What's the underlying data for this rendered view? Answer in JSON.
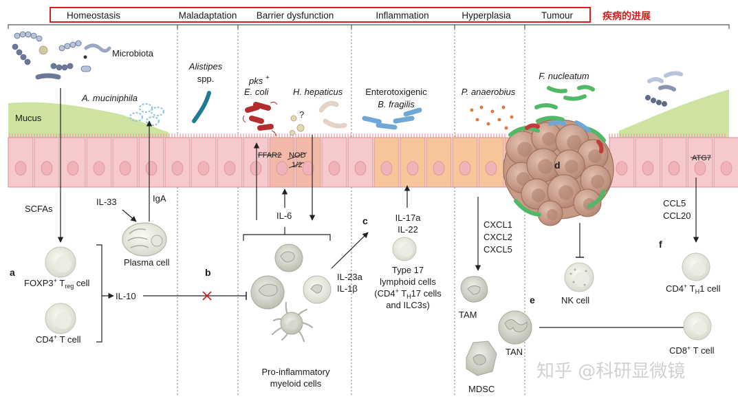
{
  "stages": [
    "Homeostasis",
    "Maladaptation",
    "Barrier dysfunction",
    "Inflammation",
    "Hyperplasia",
    "Tumour"
  ],
  "progression_label": "疾病的进展",
  "labels": {
    "microbiota": "Microbiota",
    "mucus": "Mucus",
    "a_muciniphila": "A. muciniphila",
    "alistipes_1": "Alistipes",
    "alistipes_2": "spp.",
    "pks": "pks",
    "pks_sup": "+",
    "e_coli": "E. coli",
    "h_hepaticus": "H. hepaticus",
    "question": "?",
    "etbf_1": "Enterotoxigenic",
    "etbf_2": "B. fragilis",
    "p_anaerobius": "P. anaerobius",
    "f_nucleatum": "F. nucleatum",
    "ffar2": "FFAR2",
    "nod": "NOD",
    "nod_2": "1/2",
    "atg7": "ATG7",
    "scfas": "SCFAs",
    "il33": "IL-33",
    "iga": "IgA",
    "plasma_cell": "Plasma cell",
    "il6": "IL-6",
    "il17a": "IL-17a",
    "il22": "IL-22",
    "type17_1": "Type 17",
    "type17_2": "lymphoid cells",
    "type17_3a": "(CD4",
    "type17_3b": "+",
    "type17_3c": " T",
    "type17_3d": "H",
    "type17_3e": "17 cells",
    "type17_4": "and ILC3s)",
    "foxp3_a": "FOXP3",
    "foxp3_b": "+",
    "foxp3_c": " T",
    "foxp3_d": "reg",
    "foxp3_e": " cell",
    "cd4_a": "CD4",
    "cd4_b": "+",
    "cd4_c": " T cell",
    "il10": "IL-10",
    "il23a": "IL-23a",
    "il1b": "IL-1β",
    "proinf_1": "Pro-inflammatory",
    "proinf_2": "myeloid cells",
    "cxcl1": "CXCL1",
    "cxcl2": "CXCL2",
    "cxcl5": "CXCL5",
    "tam": "TAM",
    "tan": "TAN",
    "mdsc": "MDSC",
    "nk": "NK cell",
    "ccl5": "CCL5",
    "ccl20": "CCL20",
    "th1_a": "CD4",
    "th1_b": "+",
    "th1_c": " T",
    "th1_d": "H",
    "th1_e": "1 cell",
    "cd8_a": "CD8",
    "cd8_b": "+",
    "cd8_c": " T cell",
    "panel_a": "a",
    "panel_b": "b",
    "panel_c": "c",
    "panel_d": "d",
    "panel_e": "e",
    "panel_f": "f"
  },
  "watermark": "知乎 @科研显微镜",
  "colors": {
    "red": "#d41f1f",
    "epithelium": "#f6c9cc",
    "epithelium_inflamed": "#f7c59a",
    "mucus": "#cfe3a0",
    "bacteria_blue": "#6fa8d6",
    "bacteria_green": "#52b868",
    "bacteria_red": "#c23b3b",
    "tumour": "#c79a86"
  }
}
